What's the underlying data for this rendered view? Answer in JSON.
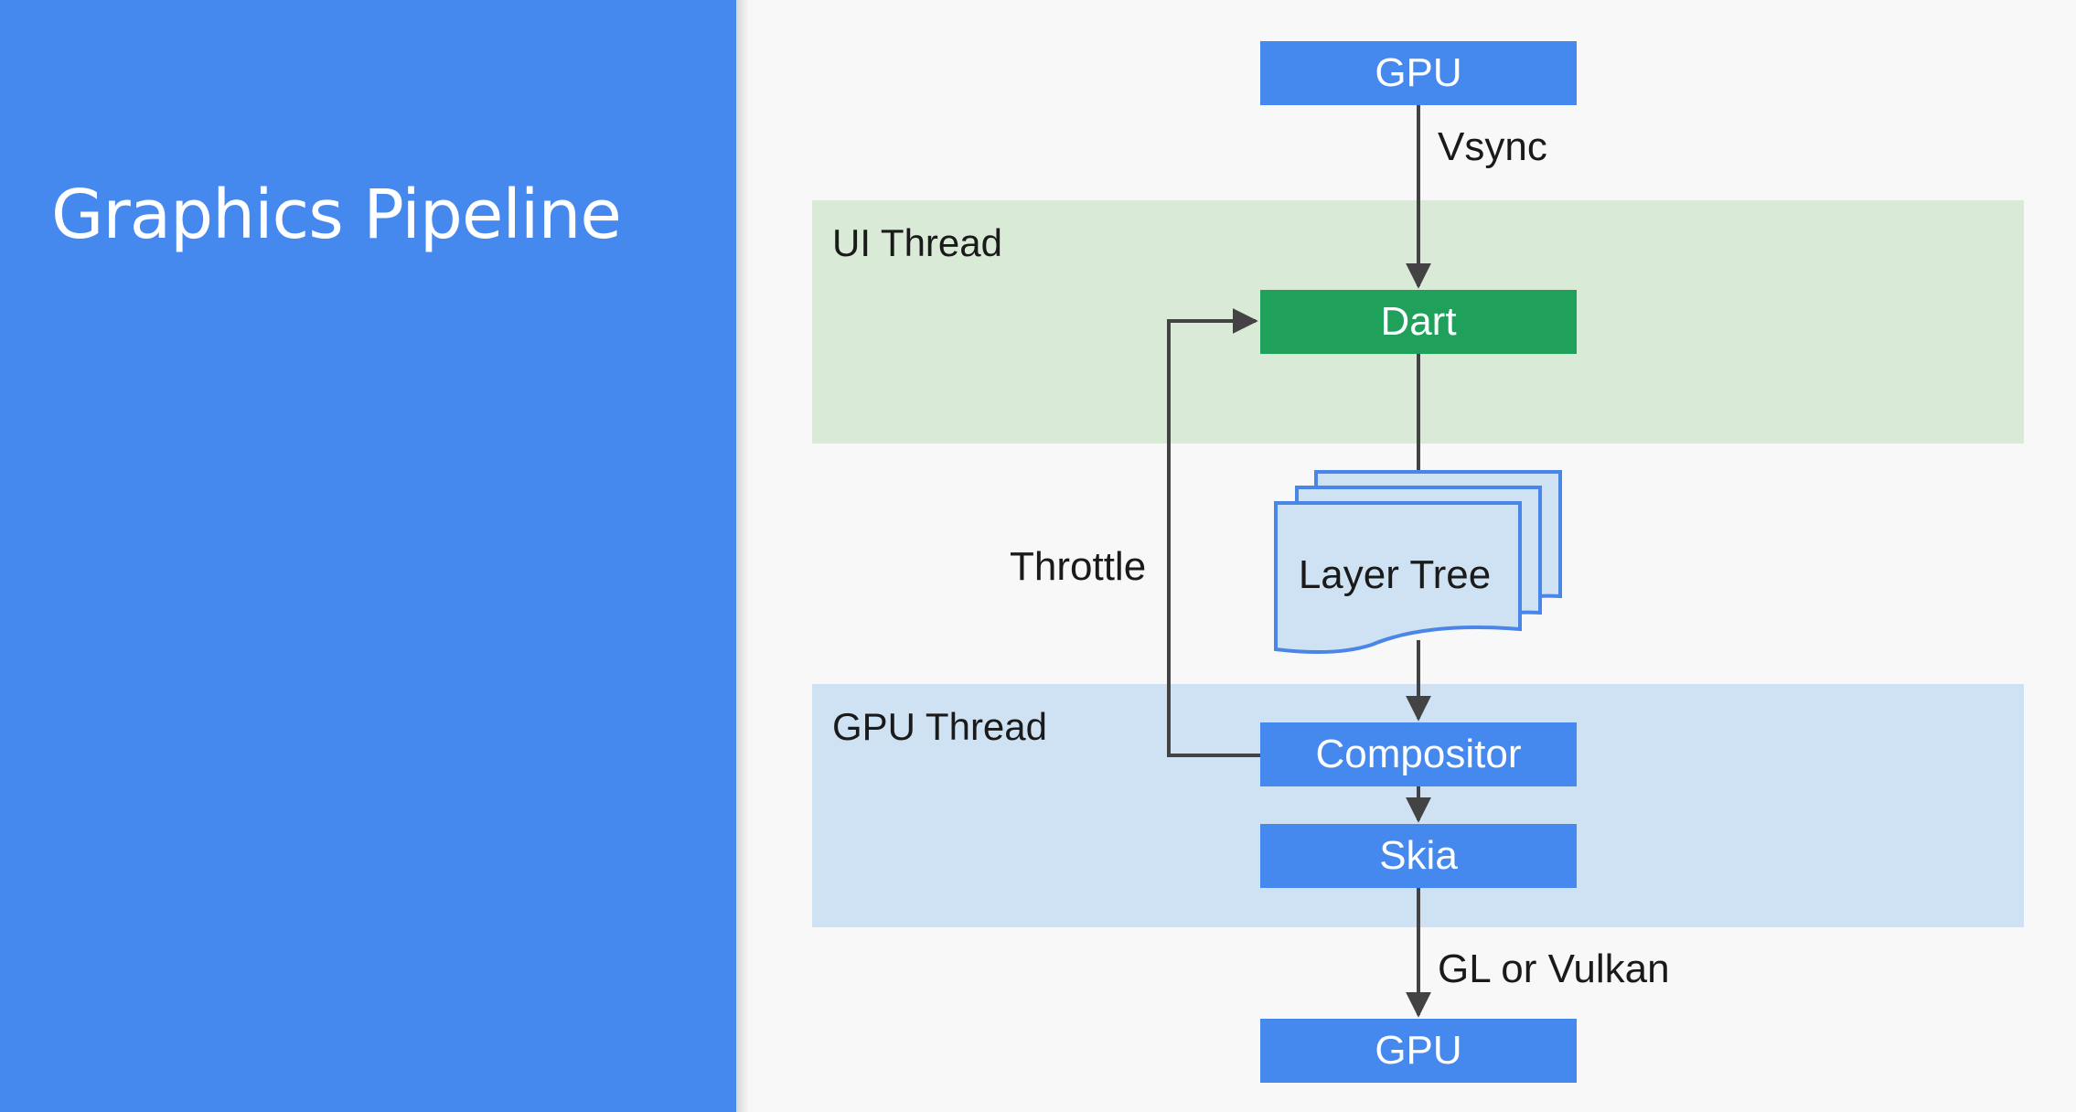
{
  "slide": {
    "title": "Graphics Pipeline"
  },
  "diagram": {
    "nodes": {
      "gpu_top": "GPU",
      "dart": "Dart",
      "layer_tree": "Layer Tree",
      "compositor": "Compositor",
      "skia": "Skia",
      "gpu_bottom": "GPU"
    },
    "bands": {
      "ui_thread": "UI Thread",
      "gpu_thread": "GPU Thread"
    },
    "edges": {
      "vsync": "Vsync",
      "throttle": "Throttle",
      "gl_or_vulkan": "GL or Vulkan"
    }
  },
  "colors": {
    "sidebar": "#4689ee",
    "node_blue": "#4689ee",
    "node_green": "#1fa05b",
    "ui_thread_band": "#d9ead6",
    "gpu_thread_band": "#cfe2f3",
    "layer_tree_fill": "#cfe2f3",
    "layer_tree_stroke": "#4a86e8"
  }
}
